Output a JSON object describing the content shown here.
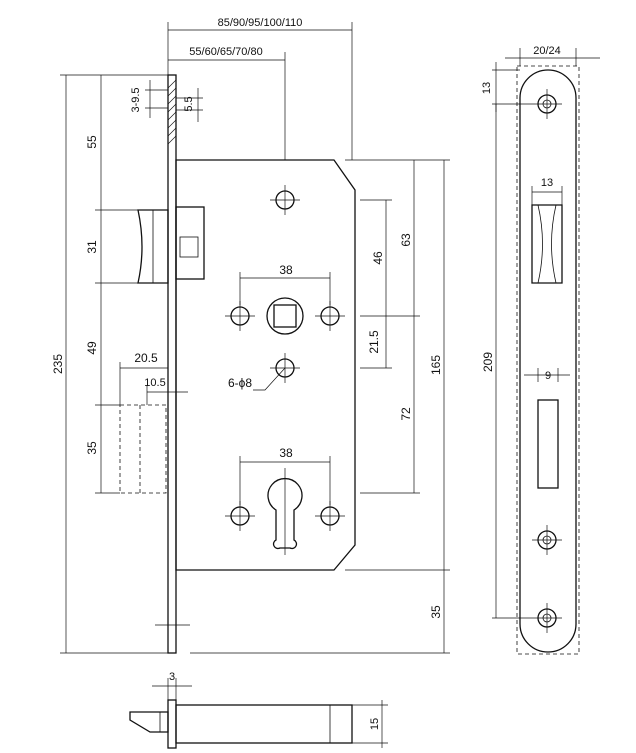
{
  "labels": {
    "backset_total": "85/90/95/100/110",
    "backset": "55/60/65/70/80",
    "faceplate_thk": "3-9.5",
    "faceplate_inner": "5.5",
    "top_to_latch": "55",
    "latch_height": "31",
    "latch_to_pin": "49",
    "bolt_height": "35",
    "latch_projection": "20.5",
    "bolt_projection": "10.5",
    "total_height": "235",
    "case_upper": "63",
    "latch_to_spindle": "46",
    "spindle_to_pin": "21.5",
    "spindle_to_cylinder": "72",
    "case_height": "165",
    "case_to_bottom": "35",
    "spindle_holes_spacing": "38",
    "cylinder_holes_spacing": "38",
    "holes_note": "6-ϕ8",
    "plate_width": "20/24",
    "plate_top_offset": "13",
    "latch_cut_width": "13",
    "bolt_cut_width": "9",
    "plate_screw_span": "209",
    "bottom_thk": "3",
    "bottom_depth": "15"
  }
}
